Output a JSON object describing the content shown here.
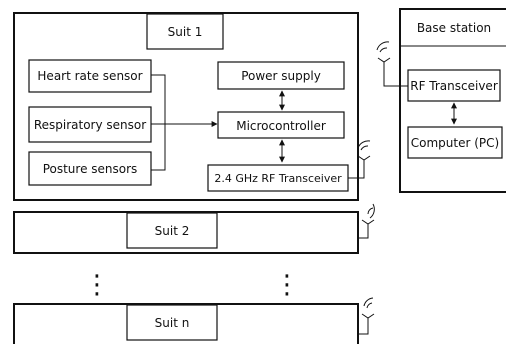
{
  "suits": [
    {
      "title": "Suit 1"
    },
    {
      "title": "Suit 2"
    },
    {
      "title": "Suit n"
    }
  ],
  "suit1": {
    "sensors": [
      "Heart rate sensor",
      "Respiratory sensor",
      "Posture sensors"
    ],
    "power_supply": "Power supply",
    "microcontroller": "Microcontroller",
    "transceiver": "2.4 GHz RF Transceiver"
  },
  "base_station": {
    "title": "Base station",
    "transceiver": "RF Transceiver",
    "computer": "Computer (PC)"
  },
  "ellipsis": "⋮",
  "colors": {
    "stroke": "#111111",
    "background": "#ffffff"
  },
  "icons": [
    "antenna-icon"
  ]
}
